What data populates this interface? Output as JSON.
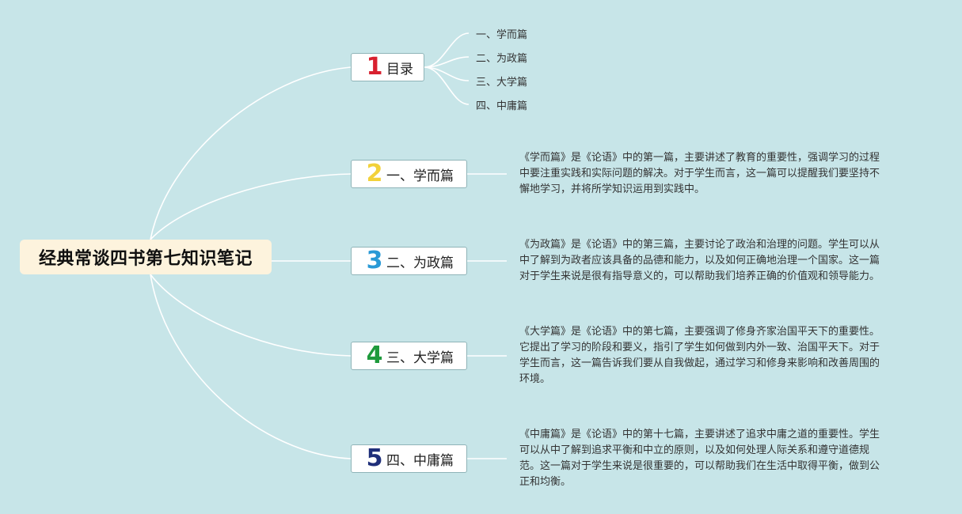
{
  "root": {
    "title": "经典常谈四书第七知识笔记"
  },
  "branches": [
    {
      "number": "1",
      "label": "目录",
      "color": "#d8202f",
      "children": [
        "一、学而篇",
        "二、为政篇",
        "三、大学篇",
        "四、中庸篇"
      ]
    },
    {
      "number": "2",
      "label": "一、学而篇",
      "color": "#f2d13a",
      "description": "《学而篇》是《论语》中的第一篇，主要讲述了教育的重要性，强调学习的过程\n中要注重实践和实际问题的解决。对于学生而言，这一篇可以提醒我们要坚持不\n懈地学习，并将所学知识运用到实践中。"
    },
    {
      "number": "3",
      "label": "二、为政篇",
      "color": "#2a9ad6",
      "description": "《为政篇》是《论语》中的第三篇，主要讨论了政治和治理的问题。学生可以从\n中了解到为政者应该具备的品德和能力，以及如何正确地治理一个国家。这一篇\n对于学生来说是很有指导意义的，可以帮助我们培养正确的价值观和领导能力。"
    },
    {
      "number": "4",
      "label": "三、大学篇",
      "color": "#1f9a3c",
      "description": "《大学篇》是《论语》中的第七篇，主要强调了修身齐家治国平天下的重要性。\n它提出了学习的阶段和要义，指引了学生如何做到内外一致、治国平天下。对于\n学生而言，这一篇告诉我们要从自我做起，通过学习和修身来影响和改善周围的\n环境。"
    },
    {
      "number": "5",
      "label": "四、中庸篇",
      "color": "#1f2f7a",
      "description": "《中庸篇》是《论语》中的第十七篇，主要讲述了追求中庸之道的重要性。学生\n可以从中了解到追求平衡和中立的原则，以及如何处理人际关系和遵守道德规\n范。这一篇对于学生来说是很重要的，可以帮助我们在生活中取得平衡，做到公\n正和均衡。"
    }
  ]
}
